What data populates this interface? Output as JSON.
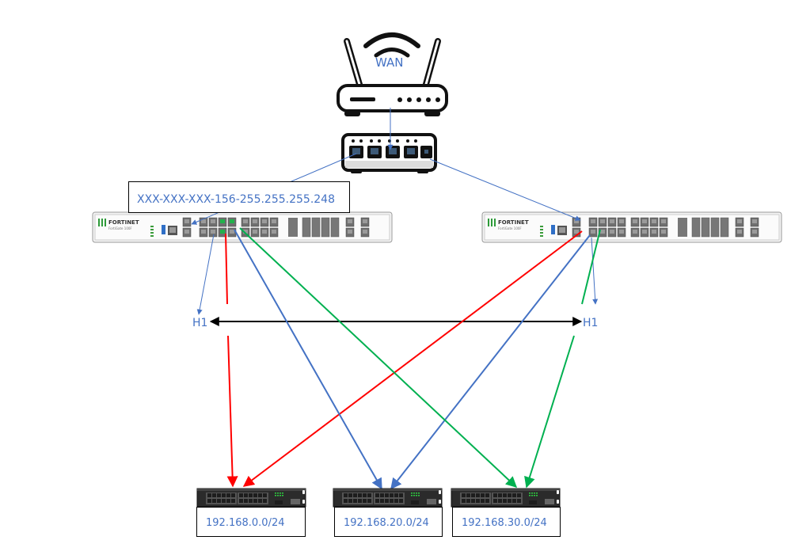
{
  "title": "Dual FortiGate HA network topology",
  "colors": {
    "link_blue": "#4472c4",
    "link_red": "#ff0000",
    "link_green": "#00b050",
    "ha_black": "#000000",
    "label_blue": "#4472c4"
  },
  "wan": {
    "label": "WAN",
    "router_icon": "wifi-router-icon",
    "switch_icon": "ethernet-switch-icon"
  },
  "wan_subnet": {
    "label": "XXX-XXX-XXX-156-255.255.255.248"
  },
  "firewalls": [
    {
      "id": "fw-left",
      "brand": "FORTINET",
      "model": "FortiGate 100F"
    },
    {
      "id": "fw-right",
      "brand": "FORTINET",
      "model": "FortiGate 100F"
    }
  ],
  "ha": {
    "left_label": "H1",
    "right_label": "H1"
  },
  "lan_switches": [
    {
      "id": "sw-0",
      "subnet": "192.168.0.0/24",
      "link_color": "red"
    },
    {
      "id": "sw-20",
      "subnet": "192.168.20.0/24",
      "link_color": "blue"
    },
    {
      "id": "sw-30",
      "subnet": "192.168.30.0/24",
      "link_color": "green"
    }
  ],
  "links": [
    {
      "from": "router",
      "to": "wan-switch",
      "color": "blue"
    },
    {
      "from": "wan-switch",
      "to": "fw-left",
      "color": "blue"
    },
    {
      "from": "wan-switch",
      "to": "fw-right",
      "color": "blue"
    },
    {
      "from": "fw-left",
      "to": "ha-left",
      "color": "blue"
    },
    {
      "from": "fw-right",
      "to": "ha-right",
      "color": "blue"
    },
    {
      "from": "ha-left",
      "to": "ha-right",
      "color": "black",
      "bidirectional": true
    },
    {
      "from": "fw-left",
      "to": "sw-0",
      "color": "red"
    },
    {
      "from": "fw-right",
      "to": "sw-0",
      "color": "red"
    },
    {
      "from": "fw-left",
      "to": "sw-20",
      "color": "blue"
    },
    {
      "from": "fw-right",
      "to": "sw-20",
      "color": "blue"
    },
    {
      "from": "fw-left",
      "to": "sw-30",
      "color": "green"
    },
    {
      "from": "fw-right",
      "to": "sw-30",
      "color": "green"
    }
  ]
}
